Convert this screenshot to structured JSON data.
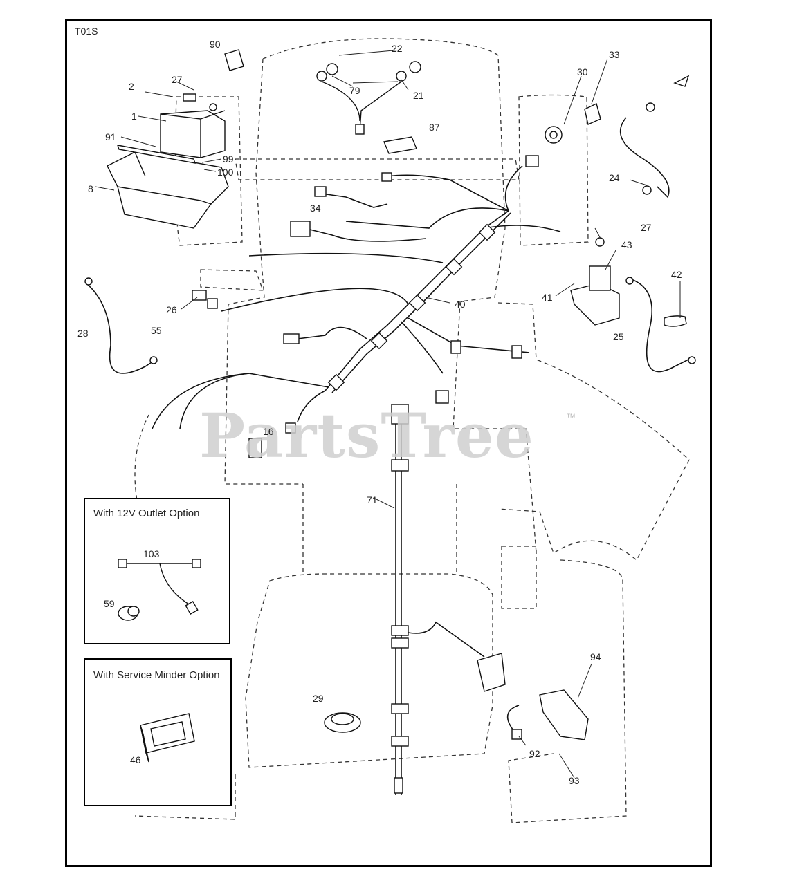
{
  "diagram_id": "T01S",
  "watermark": {
    "text": "PartsTree",
    "tm": "™"
  },
  "insets": {
    "outlet": {
      "title": "With 12V Outlet Option"
    },
    "minder": {
      "title": "With Service Minder Option"
    }
  },
  "part_labels": {
    "p90": "90",
    "p22": "22",
    "p30": "30",
    "p33": "33",
    "p27a": "27",
    "p2": "2",
    "p79": "79",
    "p21": "21",
    "p1": "1",
    "p87": "87",
    "p91": "91",
    "p99": "99",
    "p100": "100",
    "p8": "8",
    "p24": "24",
    "p34": "34",
    "p27b": "27",
    "p43": "43",
    "p42": "42",
    "p41": "41",
    "p26": "26",
    "p40": "40",
    "p28": "28",
    "p55": "55",
    "p25": "25",
    "p16": "16",
    "p71": "71",
    "p103": "103",
    "p59": "59",
    "p94": "94",
    "p29": "29",
    "p46": "46",
    "p92": "92",
    "p93": "93"
  }
}
